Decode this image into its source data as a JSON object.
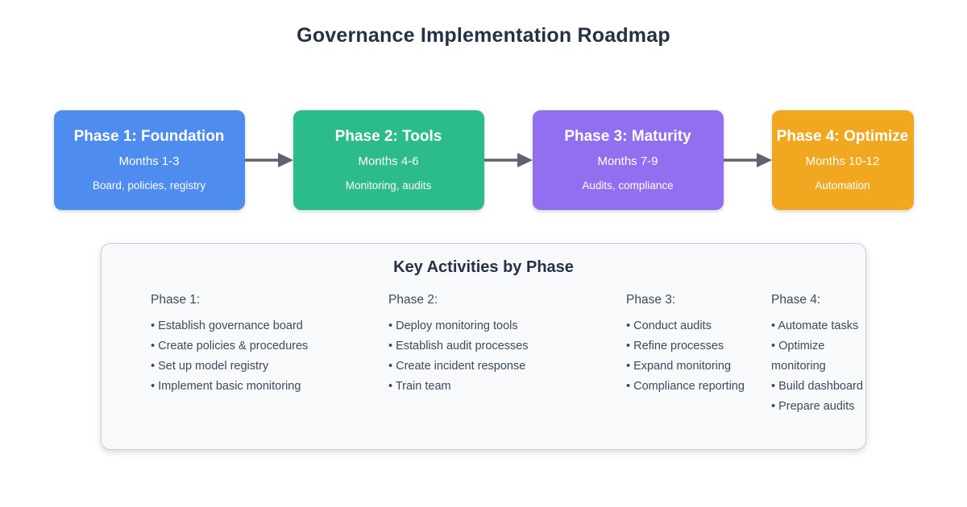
{
  "page": {
    "title": "Governance Implementation Roadmap"
  },
  "colors": {
    "phase1_blue": "#4e8cf0",
    "phase2_green": "#2cbc8a",
    "phase3_purple": "#926ff0",
    "phase4_orange": "#f2a720",
    "arrow_gray": "#5c6470",
    "heading_navy": "#243247",
    "panel_background": "#f7f9fb",
    "panel_border": "#c9cfd9",
    "body_text": "#3d4a59"
  },
  "phases": [
    {
      "title": "Phase 1: Foundation",
      "months": "Months 1-3",
      "summary": "Board, policies, registry",
      "color": "#4e8cf0"
    },
    {
      "title": "Phase 2: Tools",
      "months": "Months 4-6",
      "summary": "Monitoring, audits",
      "color": "#2cbc8a"
    },
    {
      "title": "Phase 3: Maturity",
      "months": "Months 7-9",
      "summary": "Audits, compliance",
      "color": "#926ff0"
    },
    {
      "title": "Phase 4: Optimize",
      "months": "Months 10-12",
      "summary": "Automation",
      "color": "#f2a720"
    }
  ],
  "activities": {
    "title": "Key Activities by Phase",
    "columns": [
      {
        "heading": "Phase 1:",
        "items": [
          "Establish governance board",
          "Create policies & procedures",
          "Set up model registry",
          "Implement basic monitoring"
        ]
      },
      {
        "heading": "Phase 2:",
        "items": [
          "Deploy monitoring tools",
          "Establish audit processes",
          "Create incident response",
          "Train team"
        ]
      },
      {
        "heading": "Phase 3:",
        "items": [
          "Conduct audits",
          "Refine processes",
          "Expand monitoring",
          "Compliance reporting"
        ]
      },
      {
        "heading": "Phase 4:",
        "items": [
          "Automate tasks",
          "Optimize monitoring",
          "Build dashboard",
          "Prepare audits"
        ]
      }
    ]
  }
}
